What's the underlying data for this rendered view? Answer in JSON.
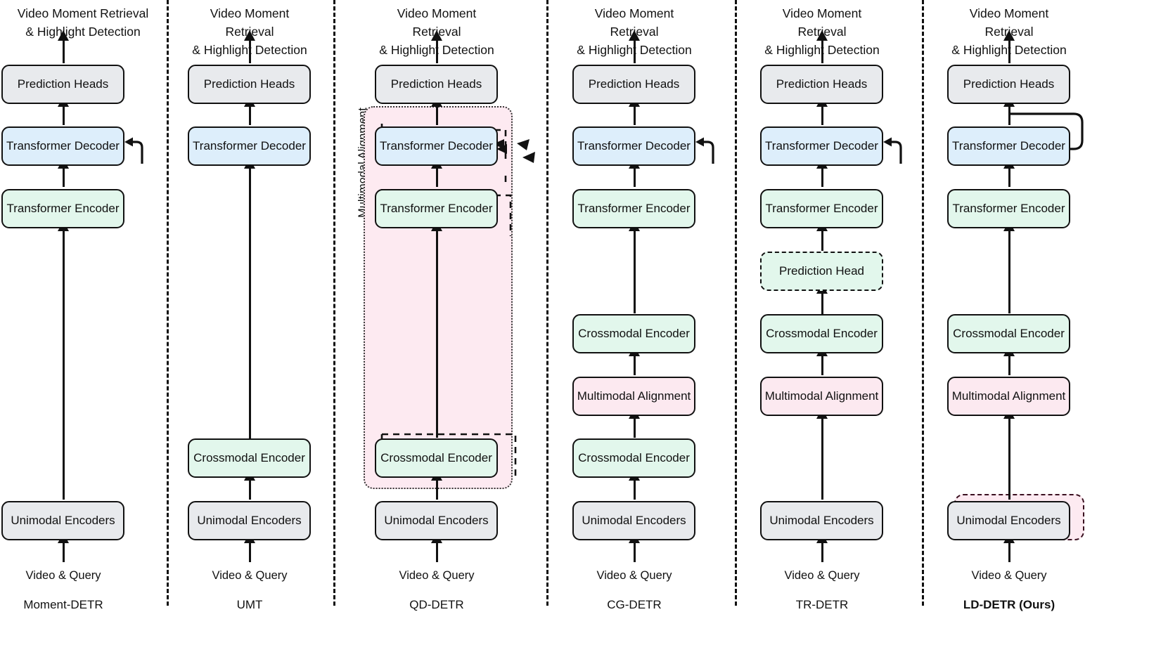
{
  "figure": {
    "title_top": "Video Moment Retrieval\n& Highlight Detection",
    "input_label": "Video & Query",
    "colors": {
      "grey": "#e8eaed",
      "blue": "#ddeefb",
      "green": "#e2f7ec",
      "pink": "#fce9f0",
      "region_pink": "#fdeaf1",
      "stroke": "#111111"
    }
  },
  "panels": [
    {
      "id": "moment-detr",
      "caption": "Moment-DETR",
      "caption_bold": false,
      "title": "Video Moment Retrieval\n& Highlight Detection",
      "input_label": "Video & Query",
      "blocks": [
        {
          "label": "Prediction Heads",
          "color": "grey",
          "dashed": false
        },
        {
          "label": "Transformer Decoder",
          "color": "blue",
          "dashed": false
        },
        {
          "label": "Transformer Encoder",
          "color": "green",
          "dashed": false
        },
        {
          "label": "Unimodal Encoders",
          "color": "grey",
          "dashed": false
        }
      ],
      "has_decoder_query_loop": true,
      "region": null
    },
    {
      "id": "umt",
      "caption": "UMT",
      "caption_bold": false,
      "title": "Video Moment Retrieval\n& Highlight Detection",
      "input_label": "Video & Query",
      "blocks": [
        {
          "label": "Prediction Heads",
          "color": "grey",
          "dashed": false
        },
        {
          "label": "Transformer Decoder",
          "color": "blue",
          "dashed": false
        },
        {
          "label": "Crossmodal Encoder",
          "color": "green",
          "dashed": false
        },
        {
          "label": "Unimodal Encoders",
          "color": "grey",
          "dashed": false
        }
      ],
      "has_decoder_query_loop": false,
      "region": null
    },
    {
      "id": "qd-detr",
      "caption": "QD-DETR",
      "caption_bold": false,
      "title": "Video Moment Retrieval\n& Highlight Detection",
      "input_label": "Video & Query",
      "blocks": [
        {
          "label": "Prediction Heads",
          "color": "grey",
          "dashed": false
        },
        {
          "label": "Transformer Decoder",
          "color": "blue",
          "dashed": false
        },
        {
          "label": "Transformer Encoder",
          "color": "green",
          "dashed": false
        },
        {
          "label": "Crossmodal Encoder",
          "color": "green",
          "dashed": false
        },
        {
          "label": "Unimodal Encoders",
          "color": "grey",
          "dashed": false
        }
      ],
      "has_decoder_query_loop": false,
      "region": {
        "label": "Multimodal Alignment"
      }
    },
    {
      "id": "cg-detr",
      "caption": "CG-DETR",
      "caption_bold": false,
      "title": "Video Moment Retrieval\n& Highlight Detection",
      "input_label": "Video & Query",
      "blocks": [
        {
          "label": "Prediction Heads",
          "color": "grey",
          "dashed": false
        },
        {
          "label": "Transformer Decoder",
          "color": "blue",
          "dashed": false
        },
        {
          "label": "Transformer Encoder",
          "color": "green",
          "dashed": false
        },
        {
          "label": "Crossmodal Encoder",
          "color": "green",
          "dashed": false
        },
        {
          "label": "Multimodal Alignment",
          "color": "pink",
          "dashed": false
        },
        {
          "label": "Crossmodal Encoder",
          "color": "green",
          "dashed": false
        },
        {
          "label": "Unimodal Encoders",
          "color": "grey",
          "dashed": false
        }
      ],
      "has_decoder_query_loop": true,
      "region": null
    },
    {
      "id": "tr-detr",
      "caption": "TR-DETR",
      "caption_bold": false,
      "title": "Video Moment Retrieval\n& Highlight Detection",
      "input_label": "Video & Query",
      "blocks": [
        {
          "label": "Prediction Heads",
          "color": "grey",
          "dashed": false
        },
        {
          "label": "Transformer Decoder",
          "color": "blue",
          "dashed": false
        },
        {
          "label": "Transformer Encoder",
          "color": "green",
          "dashed": false
        },
        {
          "label": "Prediction Head",
          "color": "green",
          "dashed": true
        },
        {
          "label": "Crossmodal Encoder",
          "color": "green",
          "dashed": false
        },
        {
          "label": "Multimodal Alignment",
          "color": "pink",
          "dashed": false
        },
        {
          "label": "Unimodal Encoders",
          "color": "grey",
          "dashed": false
        }
      ],
      "has_decoder_query_loop": true,
      "region": null
    },
    {
      "id": "ld-detr",
      "caption": "LD-DETR (Ours)",
      "caption_bold": true,
      "title": "Video Moment Retrieval\n& Highlight Detection",
      "input_label": "Video & Query",
      "blocks": [
        {
          "label": "Prediction Heads",
          "color": "grey",
          "dashed": false
        },
        {
          "label": "Transformer Decoder",
          "color": "blue",
          "dashed": false
        },
        {
          "label": "Transformer Encoder",
          "color": "green",
          "dashed": false
        },
        {
          "label": "Crossmodal Encoder",
          "color": "green",
          "dashed": false
        },
        {
          "label": "Multimodal Alignment",
          "color": "pink",
          "dashed": false
        },
        {
          "label": "Unimodal Encoders",
          "color": "grey",
          "dashed": false
        }
      ],
      "has_decoder_query_loop": false,
      "region": null
    }
  ]
}
